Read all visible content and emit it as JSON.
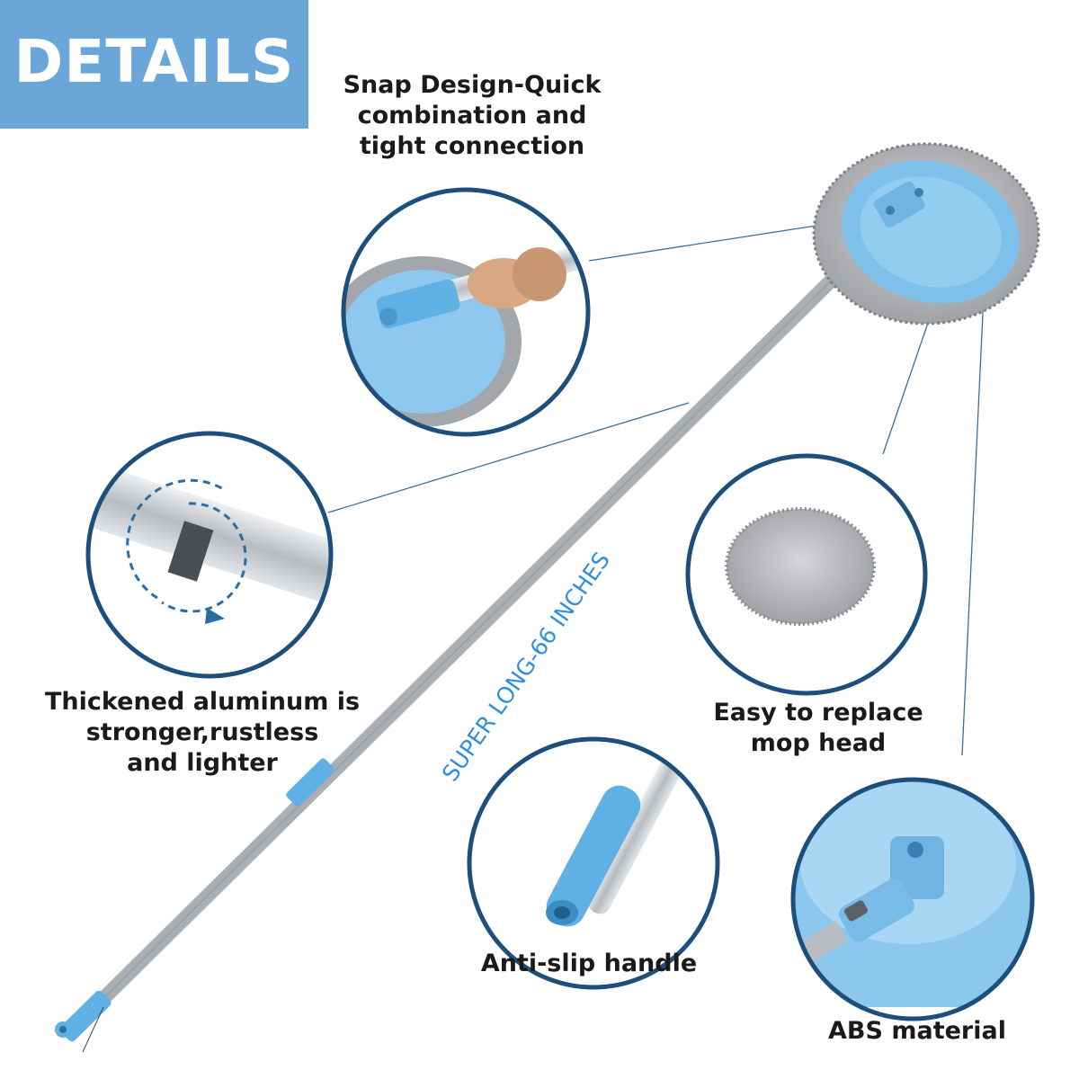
{
  "header": {
    "title": "DETAILS"
  },
  "captions": {
    "snap_design": [
      "Snap Design-Quick",
      "combination and",
      "tight connection"
    ],
    "aluminum": [
      "Thickened aluminum is",
      "stronger,rustless",
      "and lighter"
    ],
    "replace_head": [
      "Easy to replace",
      "mop head"
    ],
    "anti_slip": [
      "Anti-slip handle"
    ],
    "abs_material": [
      "ABS material"
    ]
  },
  "length_label": "SUPER LONG-66 INCHES",
  "colors": {
    "header_bg": "#6aa6d8",
    "circle_border": "#1d4f7c",
    "mop_blue": "#7ec0ea",
    "pole_silver": "#b9bec4",
    "length_text": "#2f8fdd"
  }
}
